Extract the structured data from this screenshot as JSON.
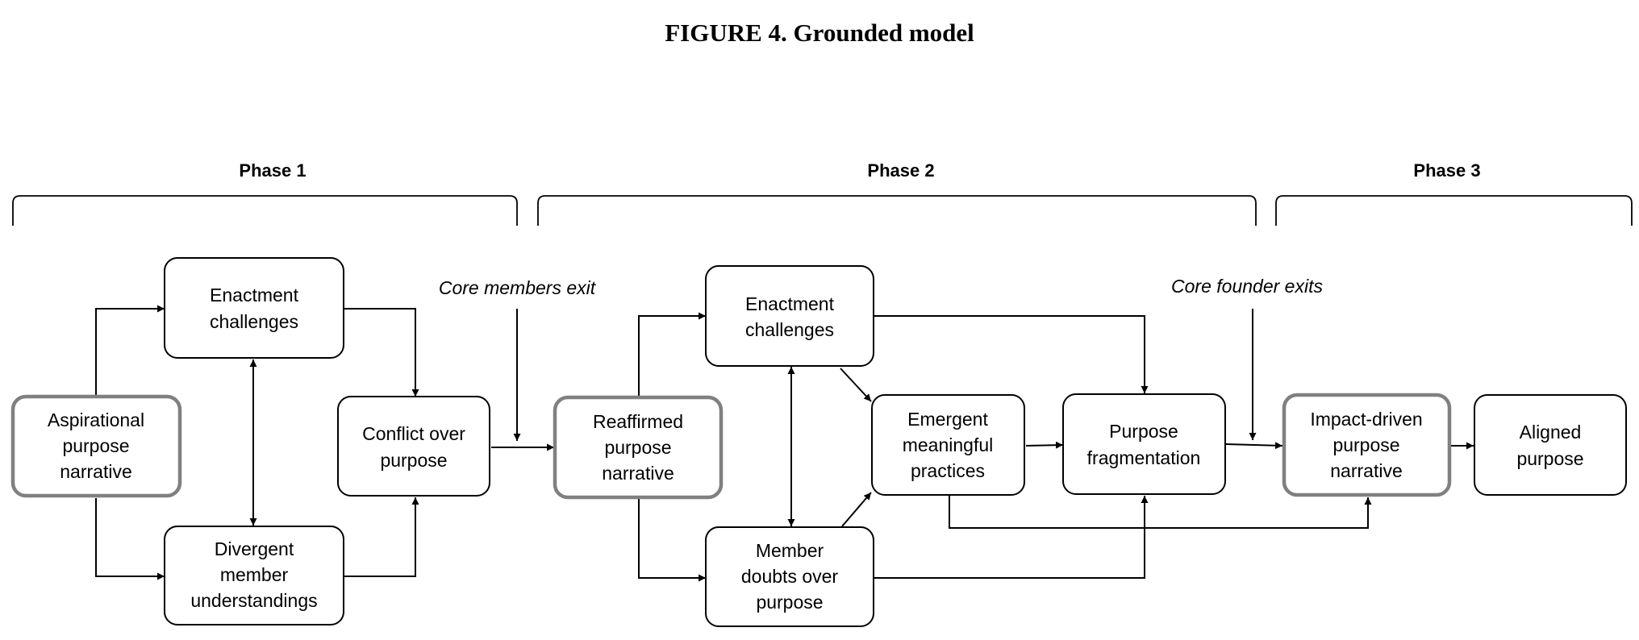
{
  "title": "FIGURE 4. Grounded model",
  "phases": {
    "phase1": "Phase 1",
    "phase2": "Phase 2",
    "phase3": "Phase 3"
  },
  "notes": {
    "core_members_exit": "Core members exit",
    "core_founder_exits": "Core founder exits"
  },
  "nodes": {
    "aspirational": [
      "Aspirational",
      "purpose",
      "narrative"
    ],
    "enactment1": [
      "Enactment",
      "challenges"
    ],
    "divergent": [
      "Divergent",
      "member",
      "understandings"
    ],
    "conflict": [
      "Conflict over",
      "purpose"
    ],
    "reaffirmed": [
      "Reaffirmed",
      "purpose",
      "narrative"
    ],
    "enactment2": [
      "Enactment",
      "challenges"
    ],
    "doubts": [
      "Member",
      "doubts over",
      "purpose"
    ],
    "emergent": [
      "Emergent",
      "meaningful",
      "practices"
    ],
    "fragmentation": [
      "Purpose",
      "fragmentation"
    ],
    "impact": [
      "Impact-driven",
      "purpose",
      "narrative"
    ],
    "aligned": [
      "Aligned",
      "purpose"
    ]
  }
}
